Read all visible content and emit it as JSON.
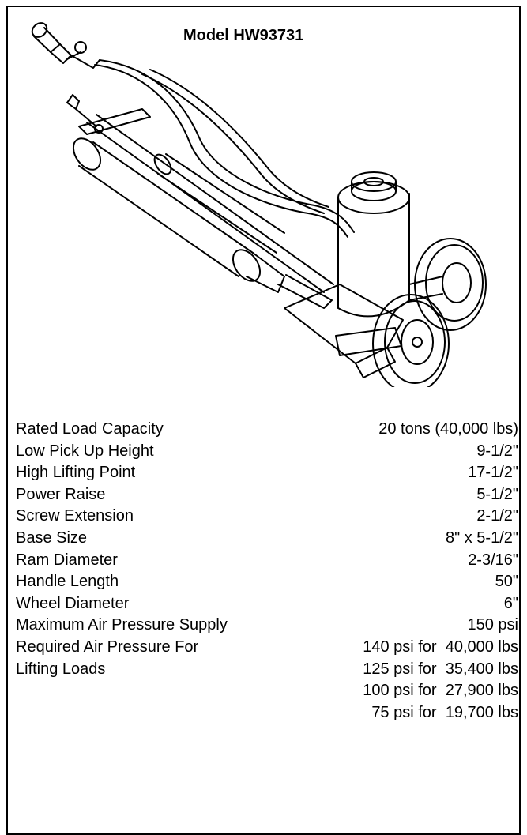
{
  "title": "Model HW93731",
  "specs": [
    {
      "label": "Rated Load Capacity",
      "value": "20 tons (40,000 lbs)"
    },
    {
      "label": "Low Pick Up Height",
      "value": "9-1/2\""
    },
    {
      "label": "High Lifting Point",
      "value": "17-1/2\""
    },
    {
      "label": "Power Raise",
      "value": "5-1/2\""
    },
    {
      "label": "Screw Extension",
      "value": "2-1/2\""
    },
    {
      "label": "Base Size",
      "value": "8\" x 5-1/2\""
    },
    {
      "label": "Ram Diameter",
      "value": "2-3/16\""
    },
    {
      "label": "Handle Length",
      "value": "50\""
    },
    {
      "label": "Wheel Diameter",
      "value": "6\""
    },
    {
      "label": "Maximum Air Pressure Supply",
      "value": "150 psi"
    },
    {
      "label": "Required Air Pressure For",
      "value": "140 psi for  40,000 lbs"
    },
    {
      "label": "Lifting Loads",
      "value": "125 psi for  35,400 lbs"
    },
    {
      "label": "",
      "value": "100 psi for  27,900 lbs"
    },
    {
      "label": "",
      "value": "75 psi for  19,700 lbs"
    }
  ]
}
